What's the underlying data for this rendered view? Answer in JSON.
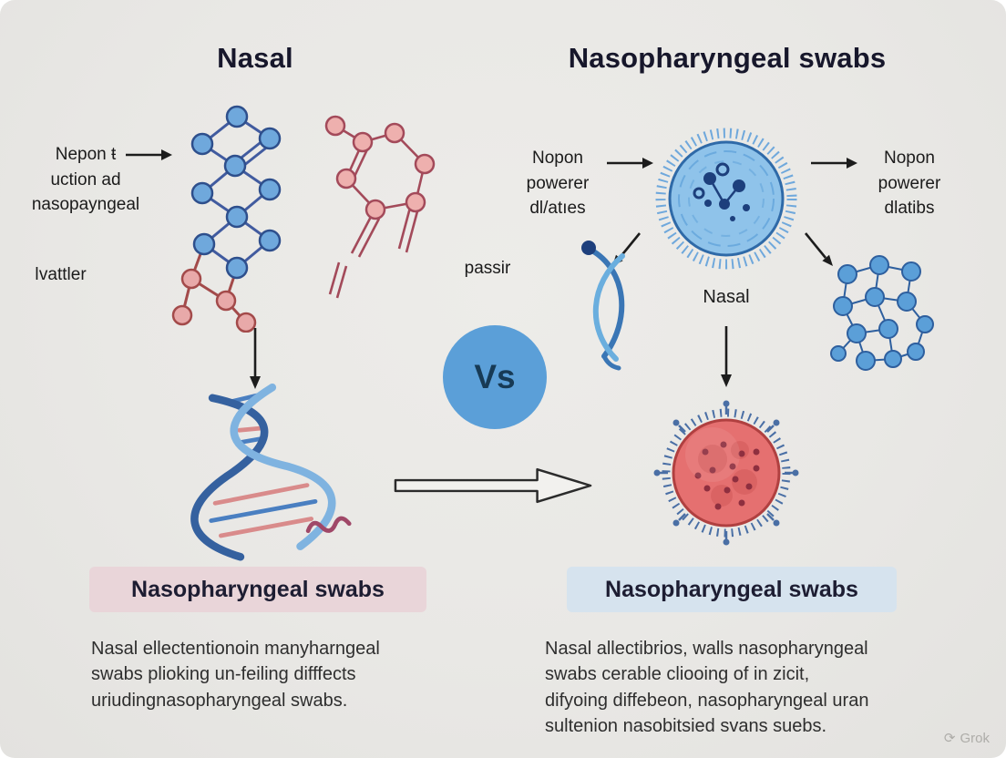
{
  "left": {
    "title": "Nasal",
    "annotation": "Nepon ŧ\nuction ad\nnasopayngeal",
    "annotation2": "ǀvattler",
    "banner": "Nasopharyngeal swabs",
    "caption": "Nasal ellectentionoin manyharngeal\nswabs plioking un-feiling difffects\nuriudingnasopharyngeal swabs."
  },
  "center": {
    "label": "passir",
    "vs_label": "Vs"
  },
  "right": {
    "title": "Nasopharyngeal swabs",
    "annotation_left": "Nopon\npowerer\ndl/atıes",
    "annotation_right": "Nopon\npowerer\ndlatibs",
    "nasal_label": "Nasal",
    "banner": "Nasopharyngeal swabs",
    "caption": "Nasal allectibrios, walls nasopharyngeal\nswabs cerable cliooing of in zicit,\ndifyoing diffebeon, nasopharyngeal uran\nsultenion nasobitsied svans suebs."
  },
  "watermark": {
    "icon": "⟳",
    "label": "Grok"
  },
  "colors": {
    "background": "#e9e8e5",
    "vs_circle": "#5b9fd8",
    "banner_left_bg": "#e9d5d9",
    "banner_right_bg": "#d6e3ee",
    "molecule_blue": "#6fa8dc",
    "molecule_pink": "#e8a9a9",
    "virus_blue": "#8fc3ea",
    "virus_red": "#e57070",
    "navy": "#1d3f7c",
    "arrow": "#1c1c1c"
  }
}
